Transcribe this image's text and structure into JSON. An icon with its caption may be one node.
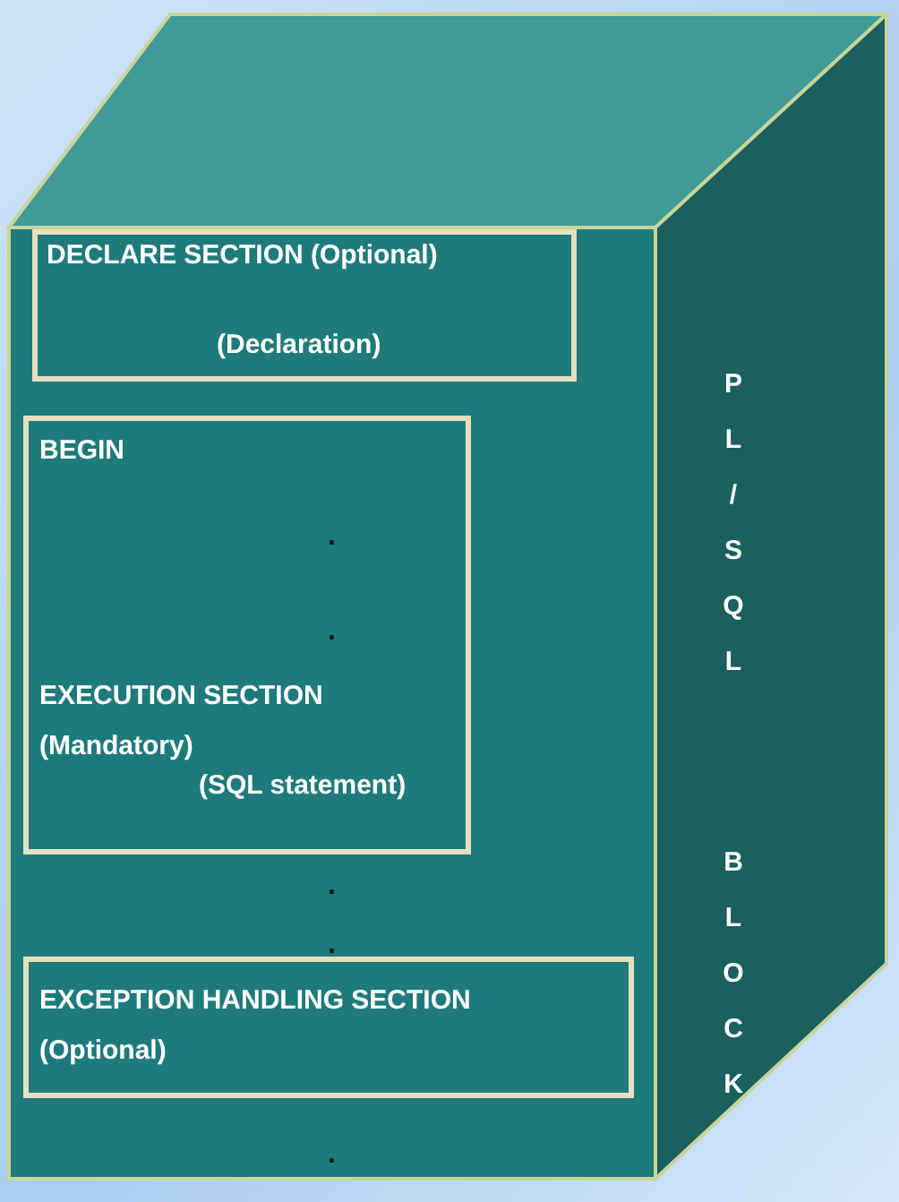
{
  "diagram": {
    "nodes": [
      {
        "text": [
          "PL/SQL BLOCK"
        ]
      },
      {
        "text": [
          "DECLARE SECTION (Optional)",
          "(Declaration)"
        ],
        "in": 0
      },
      {
        "text": [
          "BEGIN",
          "EXECUTION SECTION (Mandatory)",
          "(SQL statement)"
        ],
        "in": 0
      },
      {
        "text": [
          "EXCEPTION HANDLING SECTION (Optional)"
        ],
        "in": 0
      }
    ],
    "labels": [
      ".",
      ".",
      ".",
      ".",
      "."
    ]
  }
}
